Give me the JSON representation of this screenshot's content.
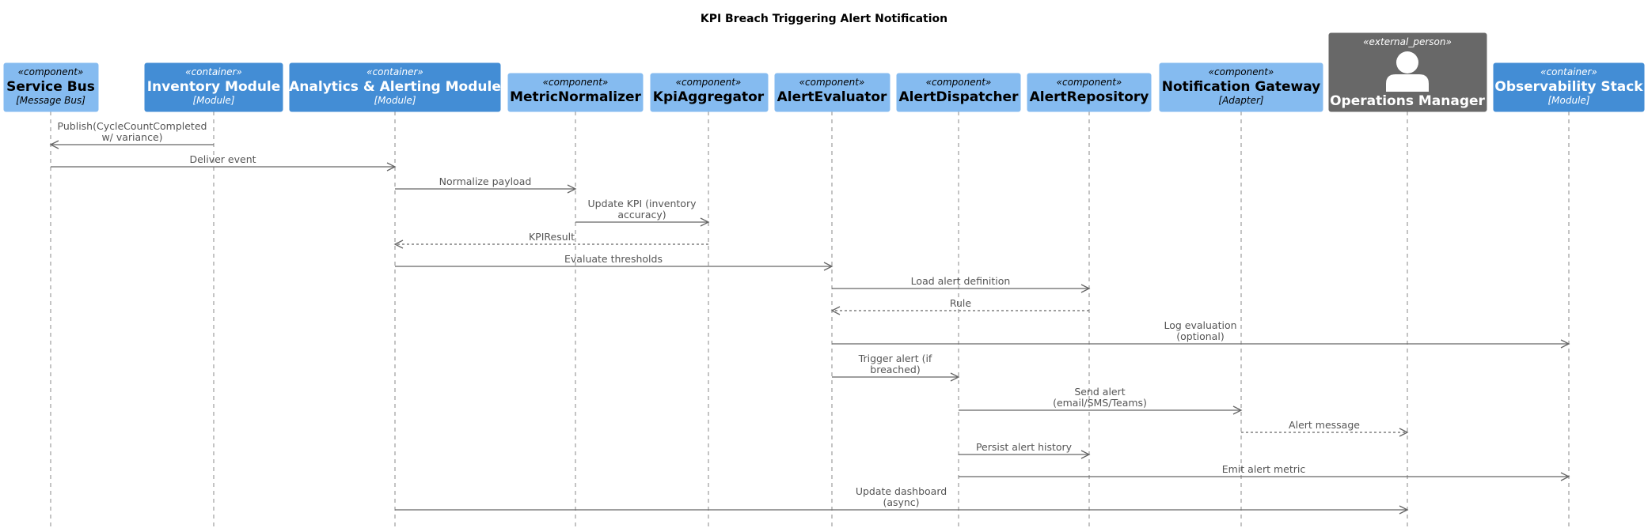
{
  "title": "KPI Breach Triggering Alert Notification",
  "colors": {
    "component": "#85bbf0",
    "container": "#438dd5",
    "external_person": "#686868",
    "line": "#666666",
    "message_text": "#555555"
  },
  "participants": [
    {
      "id": "service-bus",
      "stereotype": "«component»",
      "name": "Service Bus",
      "tech": "[Message Bus]",
      "kind": "component"
    },
    {
      "id": "inventory-module",
      "stereotype": "«container»",
      "name": "Inventory Module",
      "tech": "[Module]",
      "kind": "container"
    },
    {
      "id": "analytics-alerting-module",
      "stereotype": "«container»",
      "name": "Analytics & Alerting Module",
      "tech": "[Module]",
      "kind": "container"
    },
    {
      "id": "metric-normalizer",
      "stereotype": "«component»",
      "name": "MetricNormalizer",
      "tech": "",
      "kind": "component"
    },
    {
      "id": "kpi-aggregator",
      "stereotype": "«component»",
      "name": "KpiAggregator",
      "tech": "",
      "kind": "component"
    },
    {
      "id": "alert-evaluator",
      "stereotype": "«component»",
      "name": "AlertEvaluator",
      "tech": "",
      "kind": "component"
    },
    {
      "id": "alert-dispatcher",
      "stereotype": "«component»",
      "name": "AlertDispatcher",
      "tech": "",
      "kind": "component"
    },
    {
      "id": "alert-repository",
      "stereotype": "«component»",
      "name": "AlertRepository",
      "tech": "",
      "kind": "component"
    },
    {
      "id": "notification-gateway",
      "stereotype": "«component»",
      "name": "Notification Gateway",
      "tech": "[Adapter]",
      "kind": "component"
    },
    {
      "id": "operations-manager",
      "stereotype": "«external_person»",
      "name": "Operations Manager",
      "tech": "",
      "kind": "external_person"
    },
    {
      "id": "observability-stack",
      "stereotype": "«container»",
      "name": "Observability Stack",
      "tech": "[Module]",
      "kind": "container"
    }
  ],
  "messages": [
    {
      "from": 1,
      "to": 0,
      "lines": [
        "Publish(CycleCountCompleted",
        "w/ variance)"
      ],
      "dashed": false
    },
    {
      "from": 0,
      "to": 2,
      "lines": [
        "Deliver event"
      ],
      "dashed": false
    },
    {
      "from": 2,
      "to": 3,
      "lines": [
        "Normalize payload"
      ],
      "dashed": false
    },
    {
      "from": 3,
      "to": 4,
      "lines": [
        "Update KPI (inventory",
        "accuracy)"
      ],
      "dashed": false
    },
    {
      "from": 4,
      "to": 2,
      "lines": [
        "KPIResult"
      ],
      "dashed": true
    },
    {
      "from": 2,
      "to": 5,
      "lines": [
        "Evaluate thresholds"
      ],
      "dashed": false
    },
    {
      "from": 5,
      "to": 7,
      "lines": [
        "Load alert definition"
      ],
      "dashed": false
    },
    {
      "from": 7,
      "to": 5,
      "lines": [
        "Rule"
      ],
      "dashed": true
    },
    {
      "from": 5,
      "to": 10,
      "lines": [
        "Log evaluation",
        "(optional)"
      ],
      "dashed": false
    },
    {
      "from": 5,
      "to": 6,
      "lines": [
        "Trigger alert (if",
        "breached)"
      ],
      "dashed": false
    },
    {
      "from": 6,
      "to": 8,
      "lines": [
        "Send alert",
        "(email/SMS/Teams)"
      ],
      "dashed": false
    },
    {
      "from": 8,
      "to": 9,
      "lines": [
        "Alert message"
      ],
      "dashed": true
    },
    {
      "from": 6,
      "to": 7,
      "lines": [
        "Persist alert history"
      ],
      "dashed": false
    },
    {
      "from": 6,
      "to": 10,
      "lines": [
        "Emit alert metric"
      ],
      "dashed": false
    },
    {
      "from": 2,
      "to": 9,
      "lines": [
        "Update dashboard",
        "(async)"
      ],
      "dashed": false
    }
  ]
}
